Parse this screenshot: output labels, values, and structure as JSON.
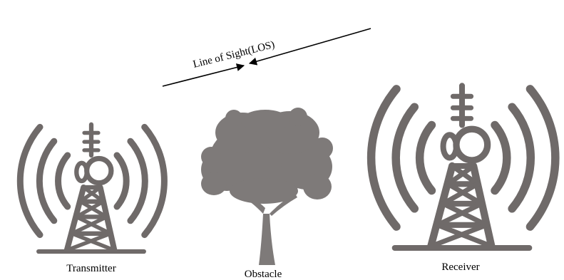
{
  "labels": {
    "transmitter": "Transmitter",
    "receiver": "Receiver",
    "obstacle": "Obstacle",
    "los": "Line of Sight(LOS)"
  },
  "colors": {
    "tower": "#6f6a69",
    "tree": "#7e7a79",
    "arrow": "#000000",
    "background": "#ffffff"
  },
  "icons": {
    "transmitter": "radio-tower-icon",
    "receiver": "radio-tower-icon",
    "obstacle": "tree-icon"
  }
}
